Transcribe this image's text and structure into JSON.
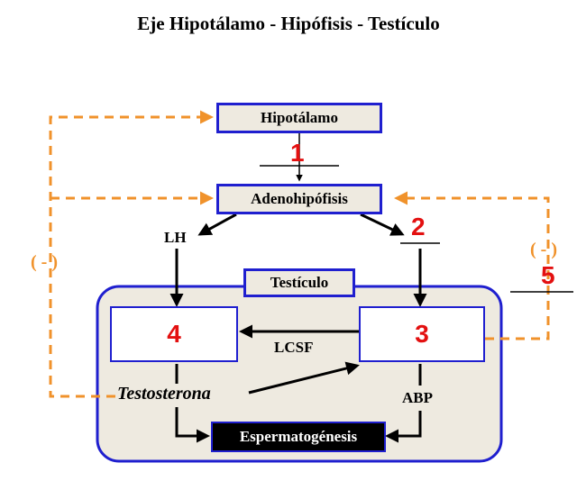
{
  "title": "Eje  Hipotálamo - Hipófisis - Testículo",
  "nodes": {
    "hipotalamo": "Hipotálamo",
    "adenohipofisis": "Adenohipófisis",
    "testiculo": "Testículo",
    "espermatogenesis": "Espermatogénesis",
    "box4_number": "4",
    "box3_number": "3"
  },
  "labels": {
    "lh": "LH",
    "lcsf": "LCSF",
    "abp": "ABP",
    "testosterona": "Testosterona",
    "neg_left": "( - )",
    "neg_right": "( - )"
  },
  "numbers": {
    "n1": "1",
    "n2": "2",
    "n5": "5"
  },
  "colors": {
    "box_border": "#1f1fcf",
    "box_fill": "#eeeae0",
    "feedback_dashes": "#f0922b",
    "number_red": "#e31010"
  }
}
